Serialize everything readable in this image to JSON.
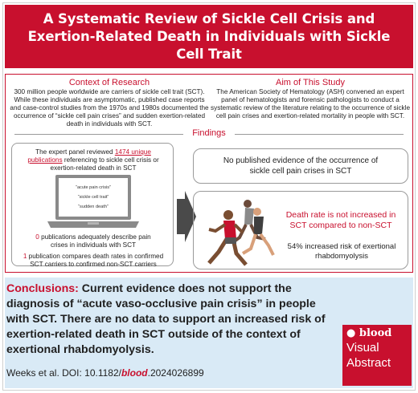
{
  "header": {
    "title": "A Systematic Review of Sickle Cell Crisis and Exertion-Related Death in Individuals with Sickle Cell Trait"
  },
  "context": {
    "title": "Context of Research",
    "body": "300 million people worldwide are carriers of sickle cell trait (SCT). While these individuals are asymptomatic, published case reports and case-control studies from the 1970s and 1980s documented the occurrence of “sickle cell pain crises” and sudden exertion-related death in individuals with SCT."
  },
  "aim": {
    "title": "Aim of This Study",
    "body": "The American Society of Hematology (ASH) convened an expert panel of hematologists and forensic pathologists to conduct a systematic review of the literature relating to the occurrence of sickle cell pain crises and exertion-related mortality in people with SCT."
  },
  "findings": {
    "label": "Findings",
    "review_pre": "The expert panel reviewed ",
    "review_num": "1474 unique publications",
    "review_post": " referencing to sickle cell crisis or exertion-related death in SCT",
    "search_terms": [
      "“acute pain crisis”",
      "“sickle cell trait”",
      "“sudden death”"
    ],
    "pain_num": "0",
    "pain_text": " publications adequately describe pain crises in individuals with SCT",
    "death_num": "1",
    "death_text": " publication compares death rates in confirmed SCT carriers to confirmed non-SCT carriers",
    "box1": "No published evidence of the occurrence of sickle cell pain crises in SCT",
    "death_rate": "Death rate is not increased in SCT compared to non-SCT",
    "rhabdo": "54% increased risk of exertional rhabdomyolysis"
  },
  "conclusion": {
    "label": "Conclusions:",
    "text": " Current evidence does not support the diagnosis of “acute vaso-occlusive pain crisis” in people with SCT. There are no data to support an increased risk of exertion-related death in SCT outside of the context of exertional rhabdomyolysis."
  },
  "citation": {
    "pre": "Weeks et al. DOI: 10.1182/",
    "journal": "blood",
    "post": ".2024026899"
  },
  "badge": {
    "brand": "blood",
    "line1": "Visual",
    "line2": "Abstract"
  },
  "colors": {
    "brand_red": "#c8102e",
    "conclusion_bg": "#d9eaf6"
  }
}
